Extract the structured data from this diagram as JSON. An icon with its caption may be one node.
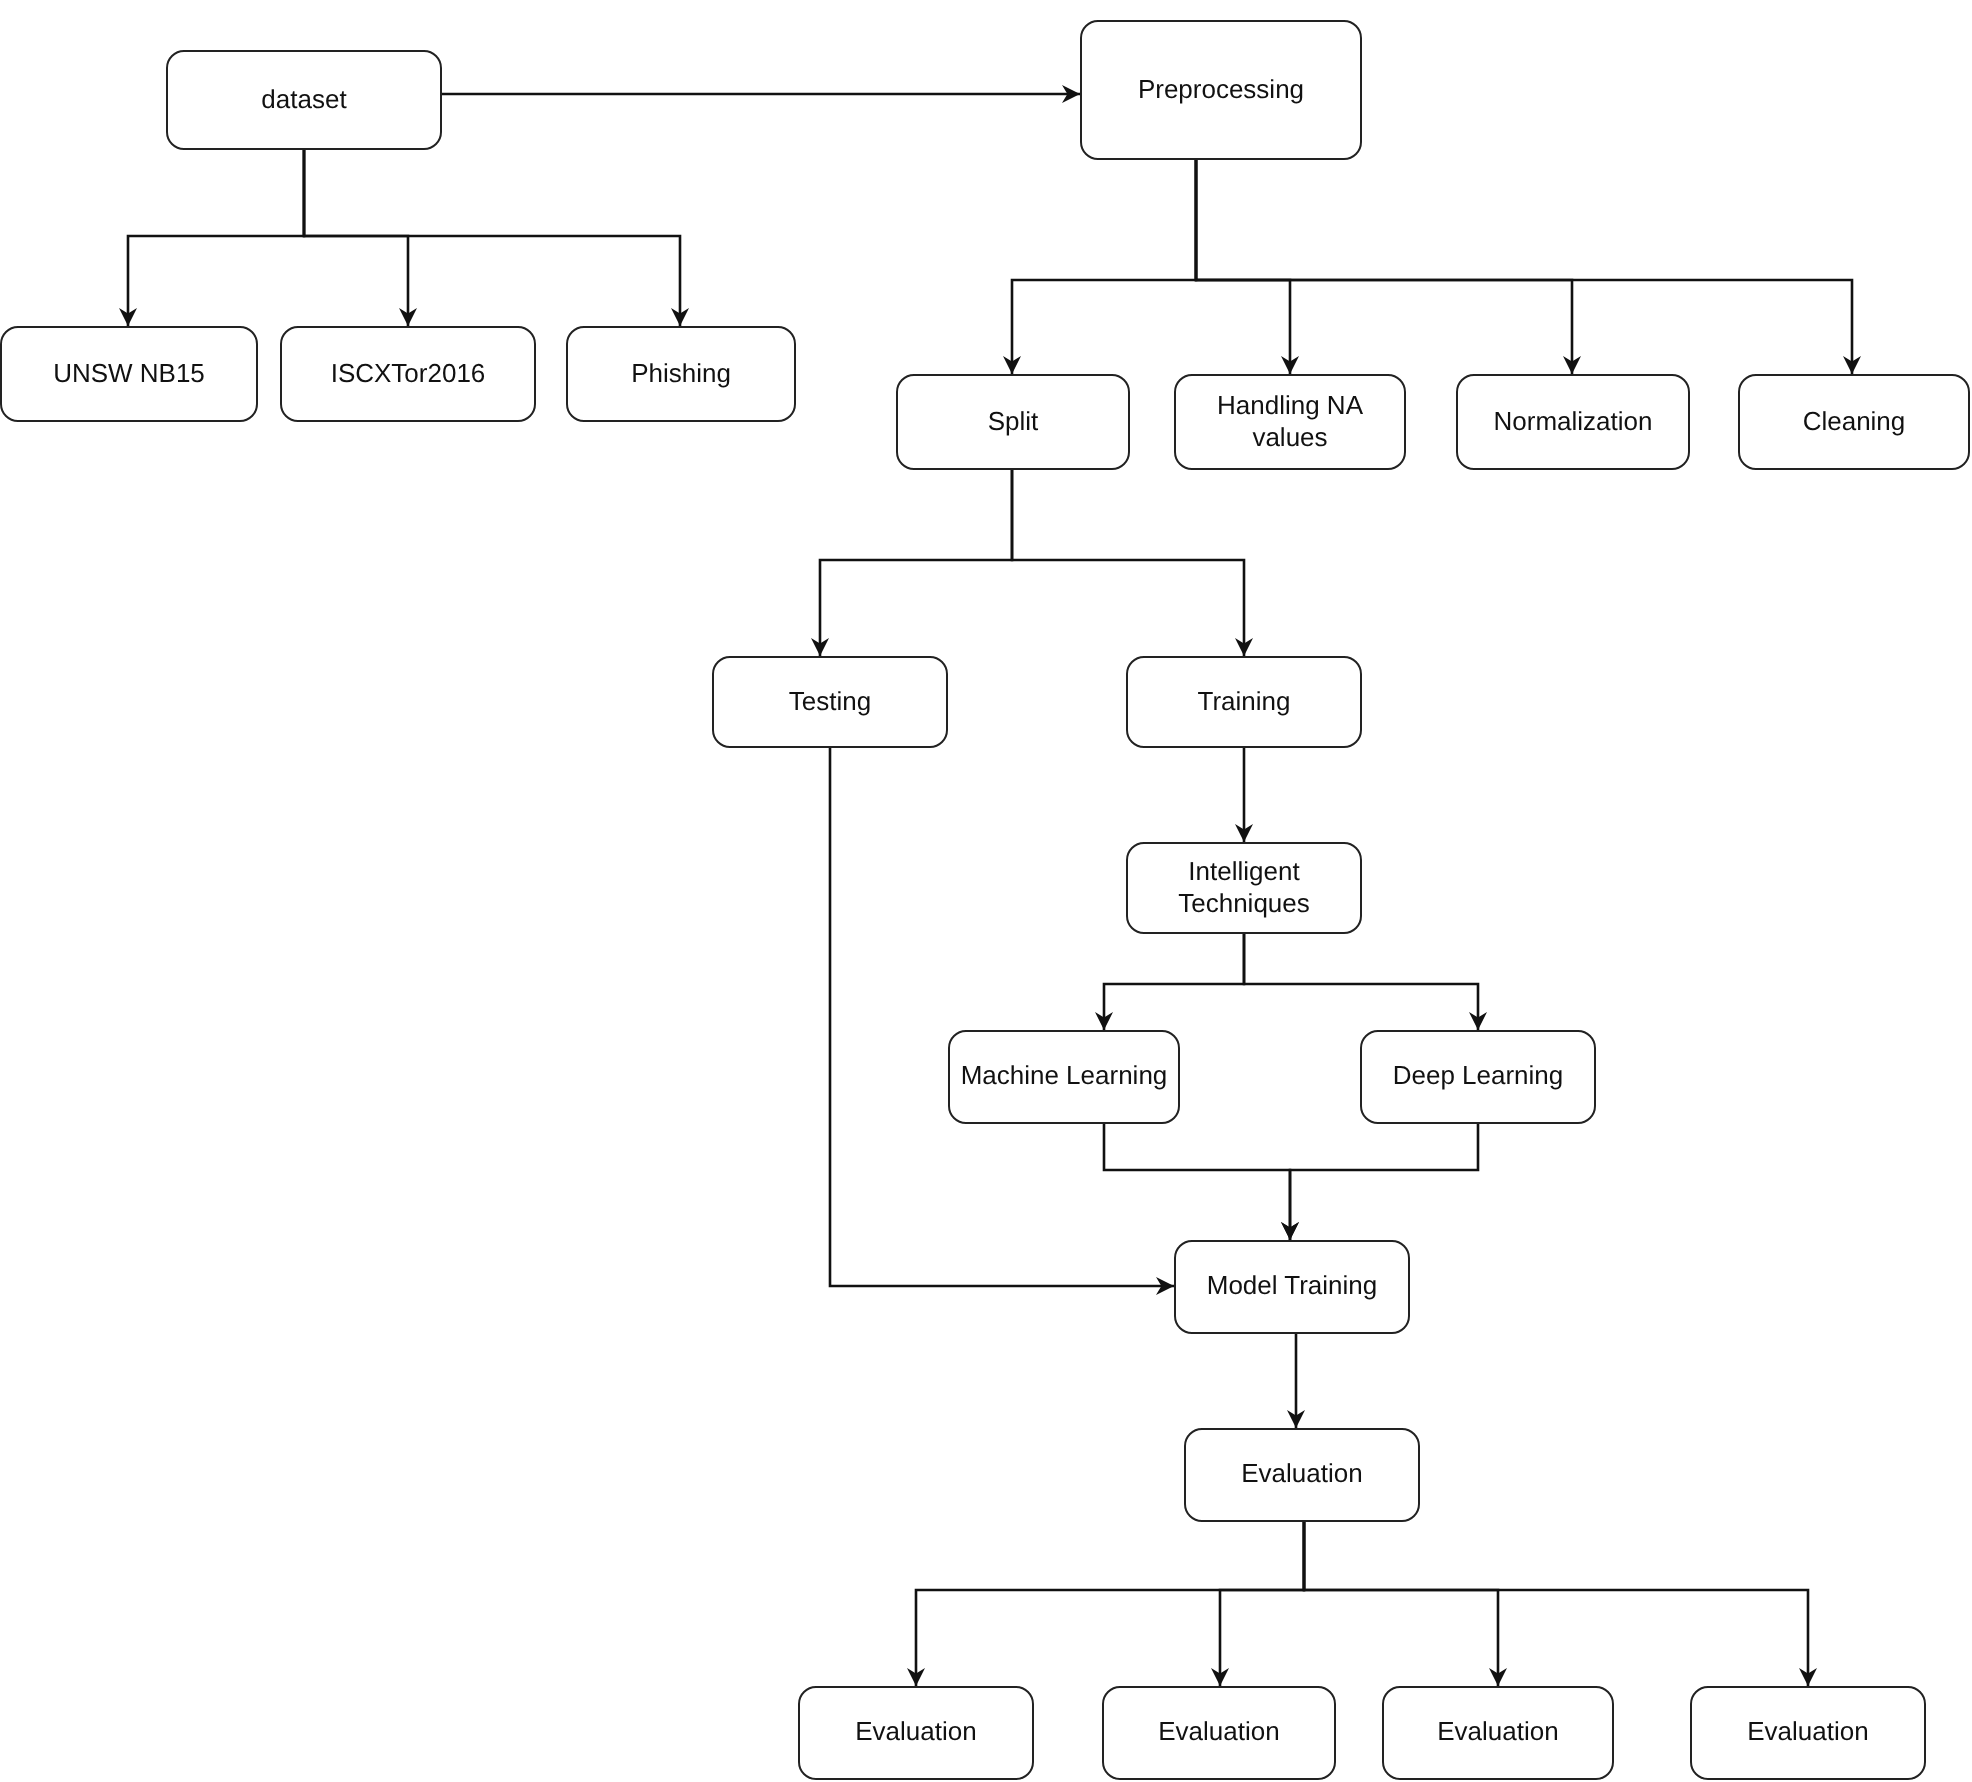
{
  "diagram": {
    "nodes": [
      {
        "text": [
          "dataset"
        ]
      },
      {
        "text": [
          "Preprocessing"
        ]
      },
      {
        "text": [
          "UNSW NB15"
        ]
      },
      {
        "text": [
          "ISCXTor2016"
        ]
      },
      {
        "text": [
          "Phishing"
        ]
      },
      {
        "text": [
          "Split"
        ]
      },
      {
        "text": [
          "Handling NA values"
        ]
      },
      {
        "text": [
          "Normalization"
        ]
      },
      {
        "text": [
          "Cleaning"
        ]
      },
      {
        "text": [
          "Testing"
        ]
      },
      {
        "text": [
          "Training"
        ]
      },
      {
        "text": [
          "Intelligent Techniques"
        ]
      },
      {
        "text": [
          "Machine Learning"
        ]
      },
      {
        "text": [
          "Deep Learning"
        ]
      },
      {
        "text": [
          "Model Training"
        ]
      },
      {
        "text": [
          "Evaluation"
        ]
      },
      {
        "text": [
          "Evaluation"
        ]
      },
      {
        "text": [
          "Evaluation"
        ]
      },
      {
        "text": [
          "Evaluation"
        ]
      },
      {
        "text": [
          "Evaluation"
        ]
      }
    ],
    "edges": [
      {
        "from": 0,
        "to": 1,
        "arrow": "to"
      },
      {
        "from": 0,
        "to": 2,
        "arrow": "to"
      },
      {
        "from": 0,
        "to": 3,
        "arrow": "to"
      },
      {
        "from": 0,
        "to": 4,
        "arrow": "to"
      },
      {
        "from": 1,
        "to": 5,
        "arrow": "to"
      },
      {
        "from": 1,
        "to": 6,
        "arrow": "to"
      },
      {
        "from": 1,
        "to": 7,
        "arrow": "to"
      },
      {
        "from": 1,
        "to": 8,
        "arrow": "to"
      },
      {
        "from": 5,
        "to": 9,
        "arrow": "to"
      },
      {
        "from": 5,
        "to": 10,
        "arrow": "to"
      },
      {
        "from": 10,
        "to": 11,
        "arrow": "to"
      },
      {
        "from": 11,
        "to": 12,
        "arrow": "to"
      },
      {
        "from": 11,
        "to": 13,
        "arrow": "to"
      },
      {
        "from": 12,
        "to": 14,
        "arrow": "to"
      },
      {
        "from": 13,
        "to": 14,
        "arrow": "to"
      },
      {
        "from": 9,
        "to": 14,
        "arrow": "to"
      },
      {
        "from": 14,
        "to": 15,
        "arrow": "to"
      },
      {
        "from": 15,
        "to": 16,
        "arrow": "to"
      },
      {
        "from": 15,
        "to": 17,
        "arrow": "to"
      },
      {
        "from": 15,
        "to": 18,
        "arrow": "to"
      },
      {
        "from": 15,
        "to": 19,
        "arrow": "to"
      }
    ]
  }
}
